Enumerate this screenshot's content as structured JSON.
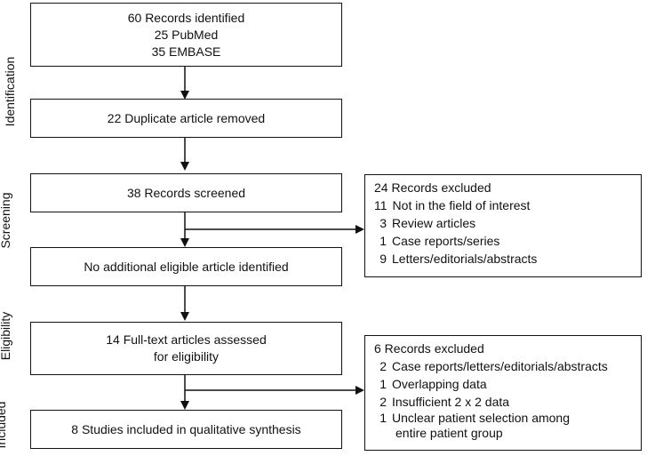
{
  "stages": {
    "identification": "Identification",
    "screening": "Screening",
    "eligibility": "Eligibility",
    "included": "Included"
  },
  "boxes": {
    "identified": [
      "60 Records identified",
      "25 PubMed",
      "35 EMBASE"
    ],
    "duplicates": "22 Duplicate article removed",
    "screened": "38 Records screened",
    "no_additional": "No additional eligible article identified",
    "fulltext": [
      "14 Full-text articles assessed",
      "for eligibility"
    ],
    "included": "8 Studies included in qualitative synthesis"
  },
  "excluded_screening": {
    "title": "24 Records excluded",
    "items": [
      {
        "num": "11",
        "text": "Not in the field of interest"
      },
      {
        "num": "3",
        "text": "Review articles"
      },
      {
        "num": "1",
        "text": "Case reports/series"
      },
      {
        "num": "9",
        "text": "Letters/editorials/abstracts"
      }
    ]
  },
  "excluded_eligibility": {
    "title": "6 Records excluded",
    "items": [
      {
        "num": "2",
        "text": "Case reports/letters/editorials/abstracts",
        "cont": ""
      },
      {
        "num": "1",
        "text": "Overlapping data",
        "cont": ""
      },
      {
        "num": "2",
        "text": "Insufficient 2 x 2 data",
        "cont": ""
      },
      {
        "num": "1",
        "text": "Unclear patient selection among",
        "cont": "entire patient group"
      }
    ]
  }
}
